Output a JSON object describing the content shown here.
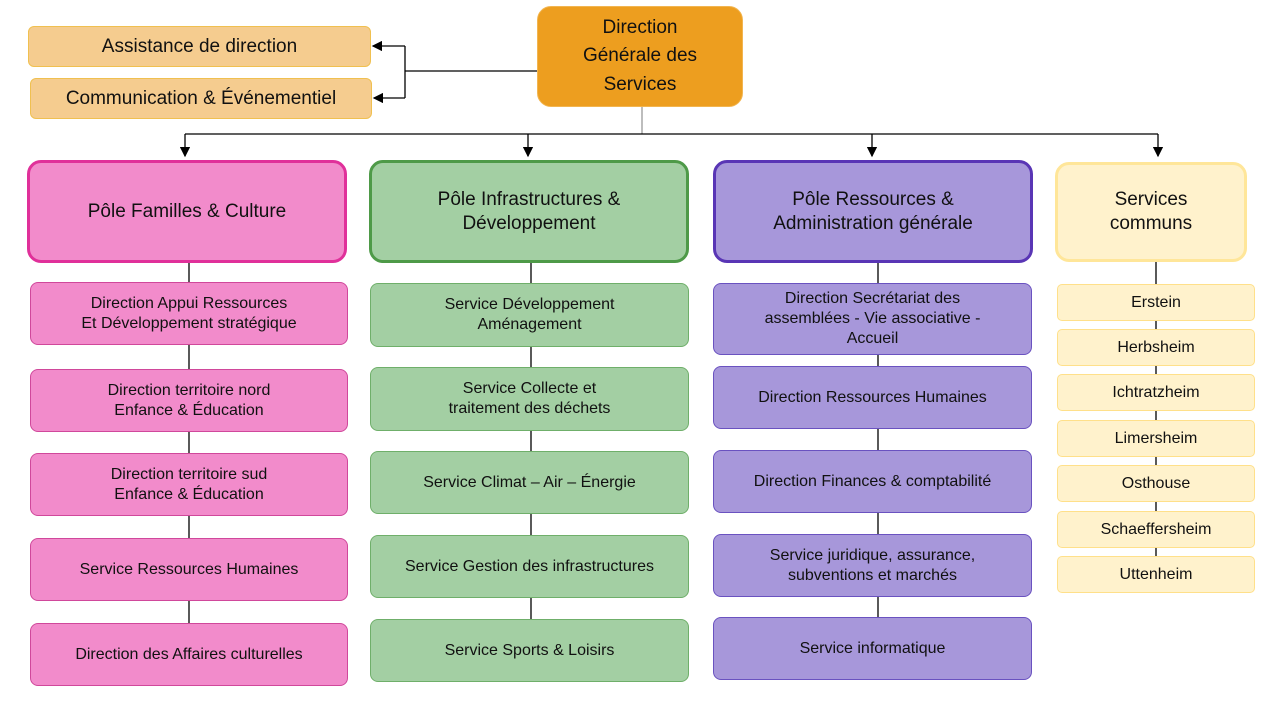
{
  "top": {
    "title": "Direction\nGénérale des\nServices"
  },
  "side": [
    "Assistance de direction",
    "Communication & Événementiel"
  ],
  "poles": [
    {
      "title": "Pôle Familles & Culture",
      "children": [
        "Direction Appui Ressources\nEt Développement stratégique",
        "Direction territoire nord\nEnfance & Éducation",
        "Direction territoire sud\nEnfance & Éducation",
        "Service Ressources Humaines",
        "Direction des Affaires culturelles"
      ]
    },
    {
      "title": "Pôle Infrastructures &\nDéveloppement",
      "children": [
        "Service Développement\nAménagement",
        "Service Collecte et\ntraitement des déchets",
        "Service Climat – Air – Énergie",
        "Service Gestion des infrastructures",
        "Service Sports & Loisirs"
      ]
    },
    {
      "title": "Pôle Ressources &\nAdministration générale",
      "children": [
        "Direction Secrétariat des\nassemblées - Vie associative -\nAccueil",
        "Direction Ressources Humaines",
        "Direction Finances & comptabilité",
        "Service juridique, assurance,\nsubventions et marchés",
        "Service informatique"
      ]
    },
    {
      "title": "Services\ncommuns",
      "children": [
        "Erstein",
        "Herbsheim",
        "Ichtratzheim",
        "Limersheim",
        "Osthouse",
        "Schaeffersheim",
        "Uttenheim"
      ]
    }
  ],
  "colors": {
    "dgs": "#ED9E1F",
    "pink": "#F28BCB",
    "green": "#A3CFA3",
    "purple": "#A797DA",
    "yellow": "#FFF2CC"
  }
}
